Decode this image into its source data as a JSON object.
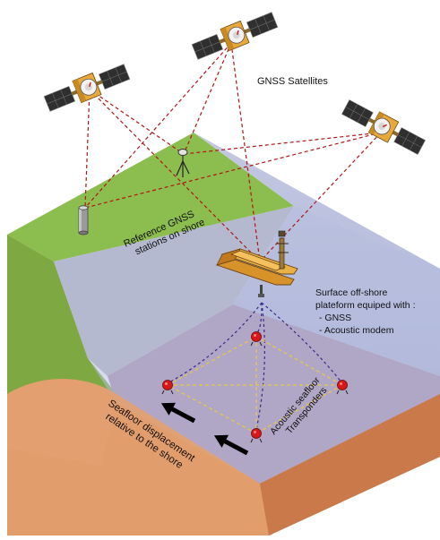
{
  "labels": {
    "gnss_satellites": "GNSS Satellites",
    "reference_stations_line1": "Reference GNSS",
    "reference_stations_line2": "stations on shore",
    "platform_line1": "Surface off-shore",
    "platform_line2": "plateform equiped with :",
    "platform_line3": "- GNSS",
    "platform_line4": "- Acoustic modem",
    "transponders_line1": "Acoustic seafloor",
    "transponders_line2": "Transponders",
    "displacement_line1": "Seafloor displacement",
    "displacement_line2": "relative to the shore"
  },
  "colors": {
    "land_top": "#8cbd4f",
    "land_side": "#7aa63c",
    "water": "#b9c0de",
    "water_side": "#a9b2d8",
    "seafloor_top": "#a98aa8",
    "seafloor_sand": "#e09a6a",
    "seafloor_front": "#d07f52",
    "signal_satellite": "#b01616",
    "signal_acoustic": "#3a2a8c",
    "transponder_baseline": "#e6c64c",
    "platform": "#e6a735",
    "transponder": "#d81818",
    "arrow": "#000000"
  },
  "icons": [
    "satellite-icon",
    "gnss-antenna-icon",
    "survey-tripod-icon",
    "transponder-icon",
    "platform-icon",
    "arrow-left-icon"
  ]
}
